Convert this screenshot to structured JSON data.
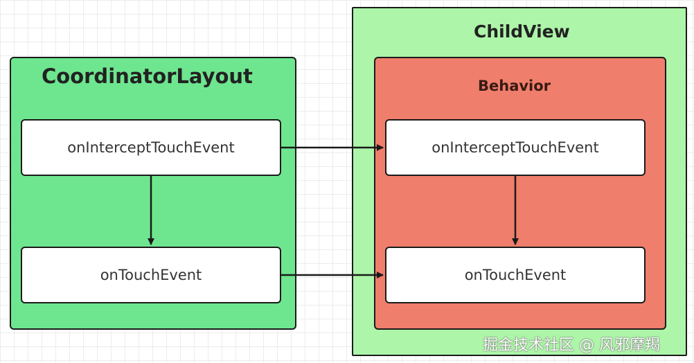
{
  "coordinator": {
    "title": "CoordinatorLayout",
    "on_intercept": "onInterceptTouchEvent",
    "on_touch": "onTouchEvent"
  },
  "child_view": {
    "title": "ChildView",
    "behavior": {
      "title": "Behavior",
      "on_intercept": "onInterceptTouchEvent",
      "on_touch": "onTouchEvent"
    }
  },
  "colors": {
    "coordinator_fill": "#6ee68f",
    "child_view_fill": "#adf5a8",
    "behavior_fill": "#ef7e6c",
    "node_fill": "#ffffff",
    "stroke": "#1a1a1a"
  },
  "watermark": "掘金技术社区 @ 风邪摩羯"
}
